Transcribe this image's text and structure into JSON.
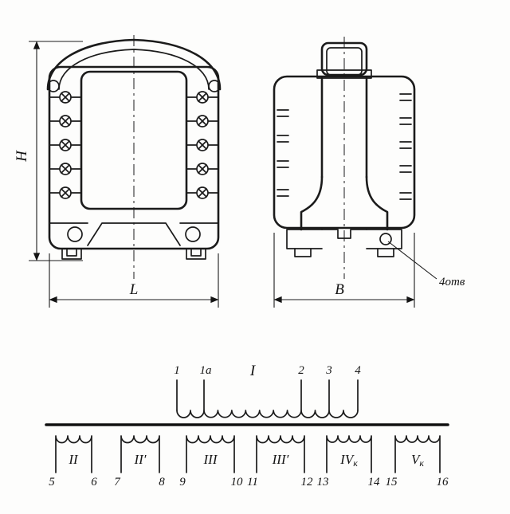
{
  "front_view": {
    "height_label": "H",
    "length_label": "L"
  },
  "side_view": {
    "width_label": "B",
    "holes_note": "4отв"
  },
  "schematic": {
    "primary_winding_label": "I",
    "primary_terminals": [
      "1",
      "1a",
      "2",
      "3",
      "4"
    ],
    "secondary_windings": [
      {
        "numeral": "II",
        "subscript": "",
        "terminal_start": "5",
        "terminal_end": "6"
      },
      {
        "numeral": "II′",
        "subscript": "",
        "terminal_start": "7",
        "terminal_end": "8"
      },
      {
        "numeral": "III",
        "subscript": "",
        "terminal_start": "9",
        "terminal_end": "10"
      },
      {
        "numeral": "III′",
        "subscript": "",
        "terminal_start": "11",
        "terminal_end": "12"
      },
      {
        "numeral": "IV",
        "subscript": "к",
        "terminal_start": "13",
        "terminal_end": "14"
      },
      {
        "numeral": "V",
        "subscript": "к",
        "terminal_start": "15",
        "terminal_end": "16"
      }
    ]
  }
}
